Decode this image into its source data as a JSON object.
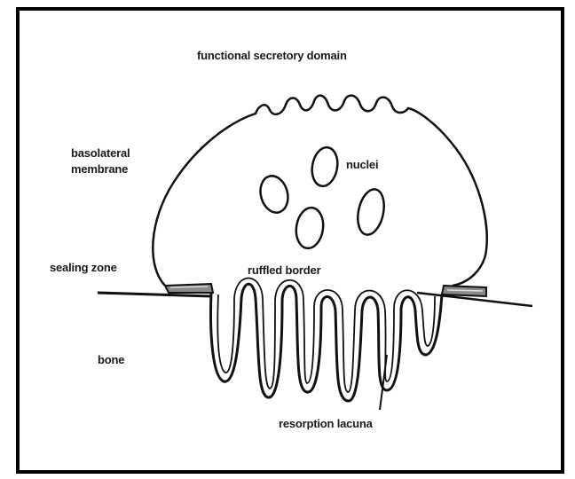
{
  "labels": {
    "functional_secretory_domain": "functional secretory domain",
    "basolateral_line1": "basolateral",
    "basolateral_line2": "membrane",
    "nuclei": "nuclei",
    "sealing_zone": "sealing zone",
    "ruffled_border": "ruffled border",
    "bone": "bone",
    "resorption_lacuna": "resorption lacuna"
  },
  "colors": {
    "line": "#111111",
    "sealing_fill": "#8a8a8a"
  }
}
